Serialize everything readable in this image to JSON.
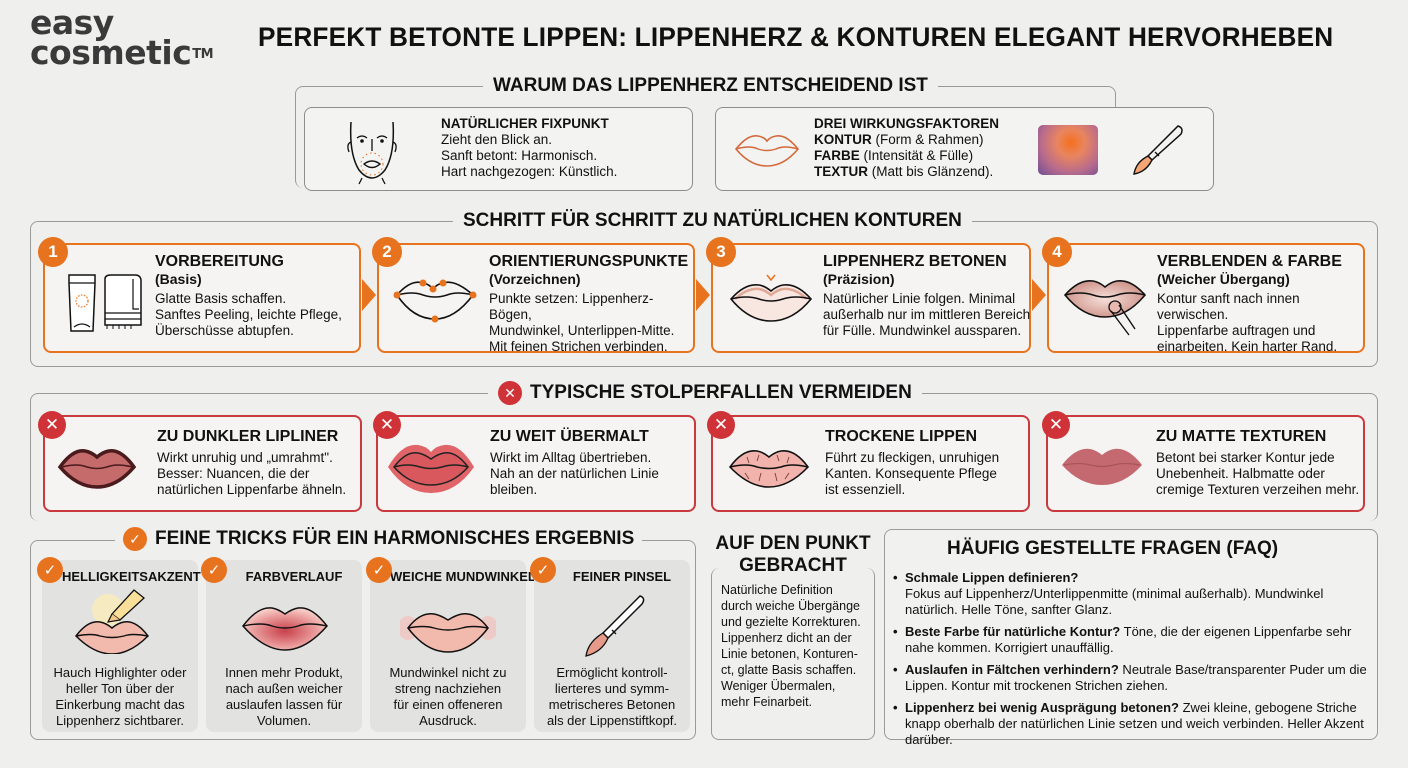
{
  "logo": {
    "line1": "easy",
    "line2": "cosmetic",
    "tm": "TM"
  },
  "title": "PERFEKT BETONTE LIPPEN: LIPPENHERZ & KONTUREN ELEGANT HERVORHEBEN",
  "why": {
    "title": "WARUM DAS LIPPENHERZ ENTSCHEIDEND IST",
    "card1": {
      "icon": "face-icon",
      "heading": "NATÜRLICHER FIXPUNKT",
      "lines": [
        "Zieht den Blick an.",
        "Sanft betont: Harmonisch.",
        "Hart nachgezogen: Künstlich."
      ]
    },
    "card2": {
      "icon": "lips-outline-icon",
      "heading": "DREI WIRKUNGSFAKTOREN",
      "factors": [
        {
          "key": "KONTUR",
          "desc": " (Form & Rahmen)"
        },
        {
          "key": "FARBE",
          "desc": " (Intensität & Fülle)"
        },
        {
          "key": "TEXTUR",
          "desc": " (Matt bis Glänzend)."
        }
      ]
    }
  },
  "steps": {
    "title": "SCHRITT FÜR SCHRITT ZU NATÜRLICHEN KONTUREN",
    "accent": "#e8731f",
    "items": [
      {
        "num": "1",
        "heading": "VORBEREITUNG",
        "sub": "(Basis)",
        "lines": [
          "Glatte Basis schaffen.",
          "Sanftes Peeling, leichte Pflege,",
          "Überschüsse abtupfen."
        ]
      },
      {
        "num": "2",
        "heading": "ORIENTIERUNGSPUNKTE",
        "sub": "(Vorzeichnen)",
        "lines": [
          "Punkte setzen: Lippenherz-Bögen,",
          "Mundwinkel, Unterlippen-Mitte.",
          "Mit feinen Strichen verbinden."
        ]
      },
      {
        "num": "3",
        "heading": "LIPPENHERZ BETONEN",
        "sub": "(Präzision)",
        "lines": [
          "Natürlicher Linie folgen. Minimal",
          "außerhalb nur im mittleren Bereich",
          "für Fülle. Mundwinkel aussparen."
        ]
      },
      {
        "num": "4",
        "heading": "VERBLENDEN & FARBE",
        "sub": "(Weicher Übergang)",
        "lines": [
          "Kontur sanft nach innen verwischen.",
          "Lippenfarbe auftragen und",
          "einarbeiten. Kein harter Rand."
        ]
      }
    ]
  },
  "pitfalls": {
    "title": "TYPISCHE STOLPERFALLEN VERMEIDEN",
    "accent": "#c9393e",
    "items": [
      {
        "heading": "ZU DUNKLER LIPLINER",
        "lines": [
          "Wirkt unruhig und „umrahmt\".",
          "Besser: Nuancen, die der",
          "natürlichen Lippenfarbe ähneln."
        ]
      },
      {
        "heading": "ZU WEIT ÜBERMALT",
        "lines": [
          "Wirkt im Alltag übertrieben.",
          "Nah an der natürlichen Linie",
          "bleiben."
        ]
      },
      {
        "heading": "TROCKENE LIPPEN",
        "lines": [
          "Führt zu fleckigen, unruhigen",
          "Kanten. Konsequente Pflege",
          "ist essenziell."
        ]
      },
      {
        "heading": "ZU MATTE TEXTUREN",
        "lines": [
          "Betont bei starker Kontur jede",
          "Unebenheit. Halbmatte oder",
          "cremige Texturen verzeihen mehr."
        ]
      }
    ]
  },
  "tricks": {
    "title": "FEINE TRICKS FÜR EIN HARMONISCHES ERGEBNIS",
    "items": [
      {
        "heading": "HELLIGKEITSAKZENT",
        "lines": [
          "Hauch Highlighter oder",
          "heller Ton über der",
          "Einkerbung macht das",
          "Lippenherz sichtbarer."
        ]
      },
      {
        "heading": "FARBVERLAUF",
        "lines": [
          "Innen mehr Produkt,",
          "nach außen weicher",
          "auslaufen lassen für",
          "Volumen."
        ]
      },
      {
        "heading": "WEICHE MUNDWINKEL",
        "lines": [
          "Mundwinkel nicht zu",
          "streng nachziehen",
          "für einen offeneren",
          "Ausdruck."
        ]
      },
      {
        "heading": "FEINER PINSEL",
        "lines": [
          "Ermöglicht kontroll-",
          "lierteres und symm-",
          "metrischeres Betonen",
          "als der Lippenstiftkopf."
        ]
      }
    ]
  },
  "summary": {
    "title1": "AUF DEN PUNKT",
    "title2": "GEBRACHT",
    "lines": [
      "Natürliche Definition",
      "durch weiche Übergänge",
      "und gezielte Korrekturen.",
      "Lippenherz dicht an der",
      "Linie betonen, Konturen-",
      "ct, glatte Basis schaffen.",
      "Weniger Übermalen,",
      "mehr Feinarbeit."
    ]
  },
  "faq": {
    "title": "HÄUFIG GESTELLTE FRAGEN (FAQ)",
    "items": [
      {
        "q": "Schmale Lippen definieren?",
        "a": "Fokus auf Lippenherz/Unterlippenmitte (minimal außerhalb). Mundwinkel natürlich. Helle Töne, sanfter Glanz.",
        "break": true
      },
      {
        "q": "Beste Farbe für natürliche Kontur?",
        "a": " Töne, die der eigenen Lippenfarbe sehr nahe kommen. Korrigiert unauffällig."
      },
      {
        "q": "Auslaufen in Fältchen verhindern?",
        "a": " Neutrale Base/transparenter Puder um die Lippen. Kontur mit trockenen Strichen ziehen."
      },
      {
        "q": "Lippenherz bei wenig Ausprägung betonen?",
        "a": " Zwei kleine, gebogene Striche knapp oberhalb der natürlichen Linie setzen und weich verbinden. Heller Akzent darüber."
      }
    ]
  }
}
